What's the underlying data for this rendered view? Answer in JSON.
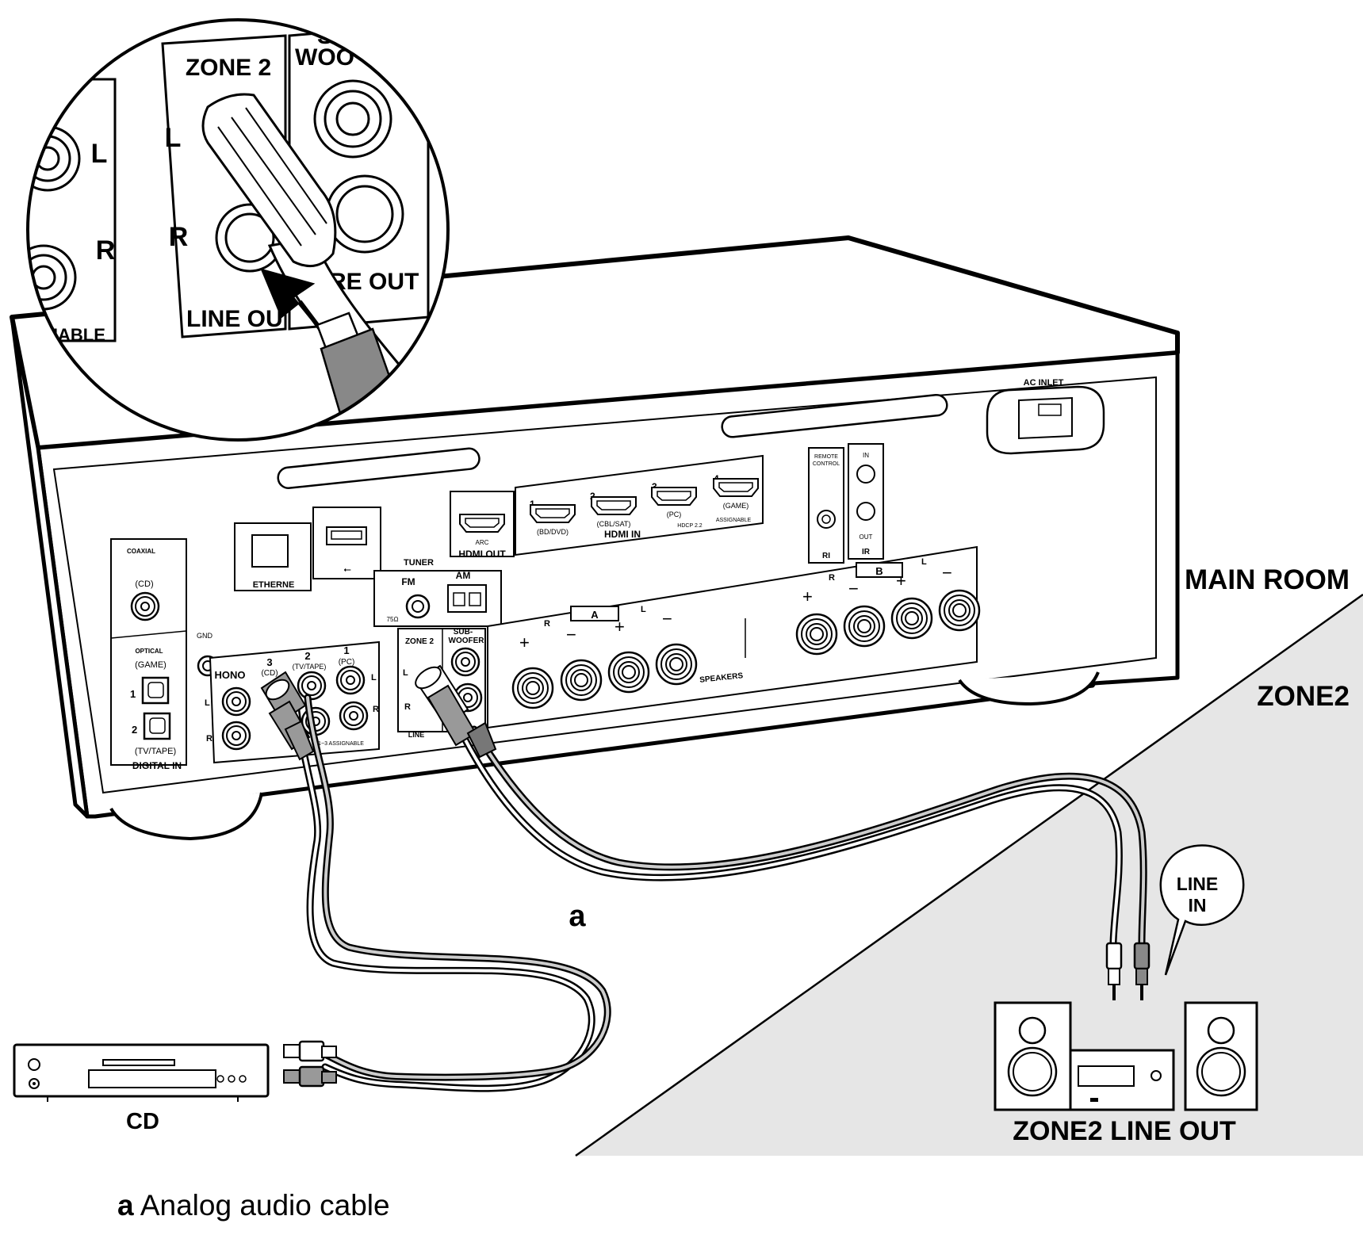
{
  "zones": {
    "main_room": "MAIN ROOM",
    "zone2": "ZONE2"
  },
  "devices": {
    "cd_player": "CD",
    "zone2_system": "ZONE2 LINE OUT",
    "line_in_bubble": [
      "LINE",
      "IN"
    ]
  },
  "cable": {
    "letter": "a"
  },
  "legend": {
    "letter": "a",
    "text": "Analog audio cable"
  },
  "magnifier": {
    "zone2": "ZONE 2",
    "subwoofer": [
      "SUB",
      "WOO"
    ],
    "channel_left": "L",
    "channel_right": "R",
    "line_out": "LINE OU",
    "pre_out": "PRE OUT",
    "assignable": "NABLE"
  },
  "panel": {
    "ac_inlet": "AC INLET",
    "remote_control": [
      "REMOTE",
      "CONTROL"
    ],
    "ri": "RI",
    "ir": "IR",
    "ir_in": "IN",
    "ir_out": "OUT",
    "hdmi_out": "HDMI OUT",
    "arc": "ARC",
    "hdmi_in": "HDMI IN",
    "hdcp": "HDCP 2.2",
    "assignable": "ASSIGNABLE",
    "hdmi_inputs": [
      {
        "num": "1",
        "name": "(BD/DVD)"
      },
      {
        "num": "2",
        "name": "(CBL/SAT)"
      },
      {
        "num": "3",
        "name": "(PC)"
      },
      {
        "num": "4",
        "name": "(GAME)"
      }
    ],
    "tuner": "TUNER",
    "fm": "FM",
    "am": "AM",
    "ohm": "75Ω",
    "ethernet": "ETHERNE",
    "coaxial": "COAXIAL",
    "cd": "(CD)",
    "optical": "OPTICAL",
    "game": "(GAME)",
    "tv_tape": "(TV/TAPE)",
    "digital_in": "DIGITAL IN",
    "gnd": "GND",
    "phono": "HONO",
    "analog_in": [
      {
        "num": "3",
        "name": "(CD)"
      },
      {
        "num": "2",
        "name": "(TV/TAPE)"
      },
      {
        "num": "1",
        "name": "(PC)"
      }
    ],
    "analog_assignable": "1~3 ASSIGNABLE",
    "zone2": "ZONE 2",
    "subwoofer": [
      "SUB-",
      "WOOFER"
    ],
    "line_small": "LINE",
    "speakers": "SPEAKERS",
    "speaker_a": "A",
    "speaker_b": "B",
    "plus": "+",
    "minus": "−",
    "l": "L",
    "r": "R"
  }
}
